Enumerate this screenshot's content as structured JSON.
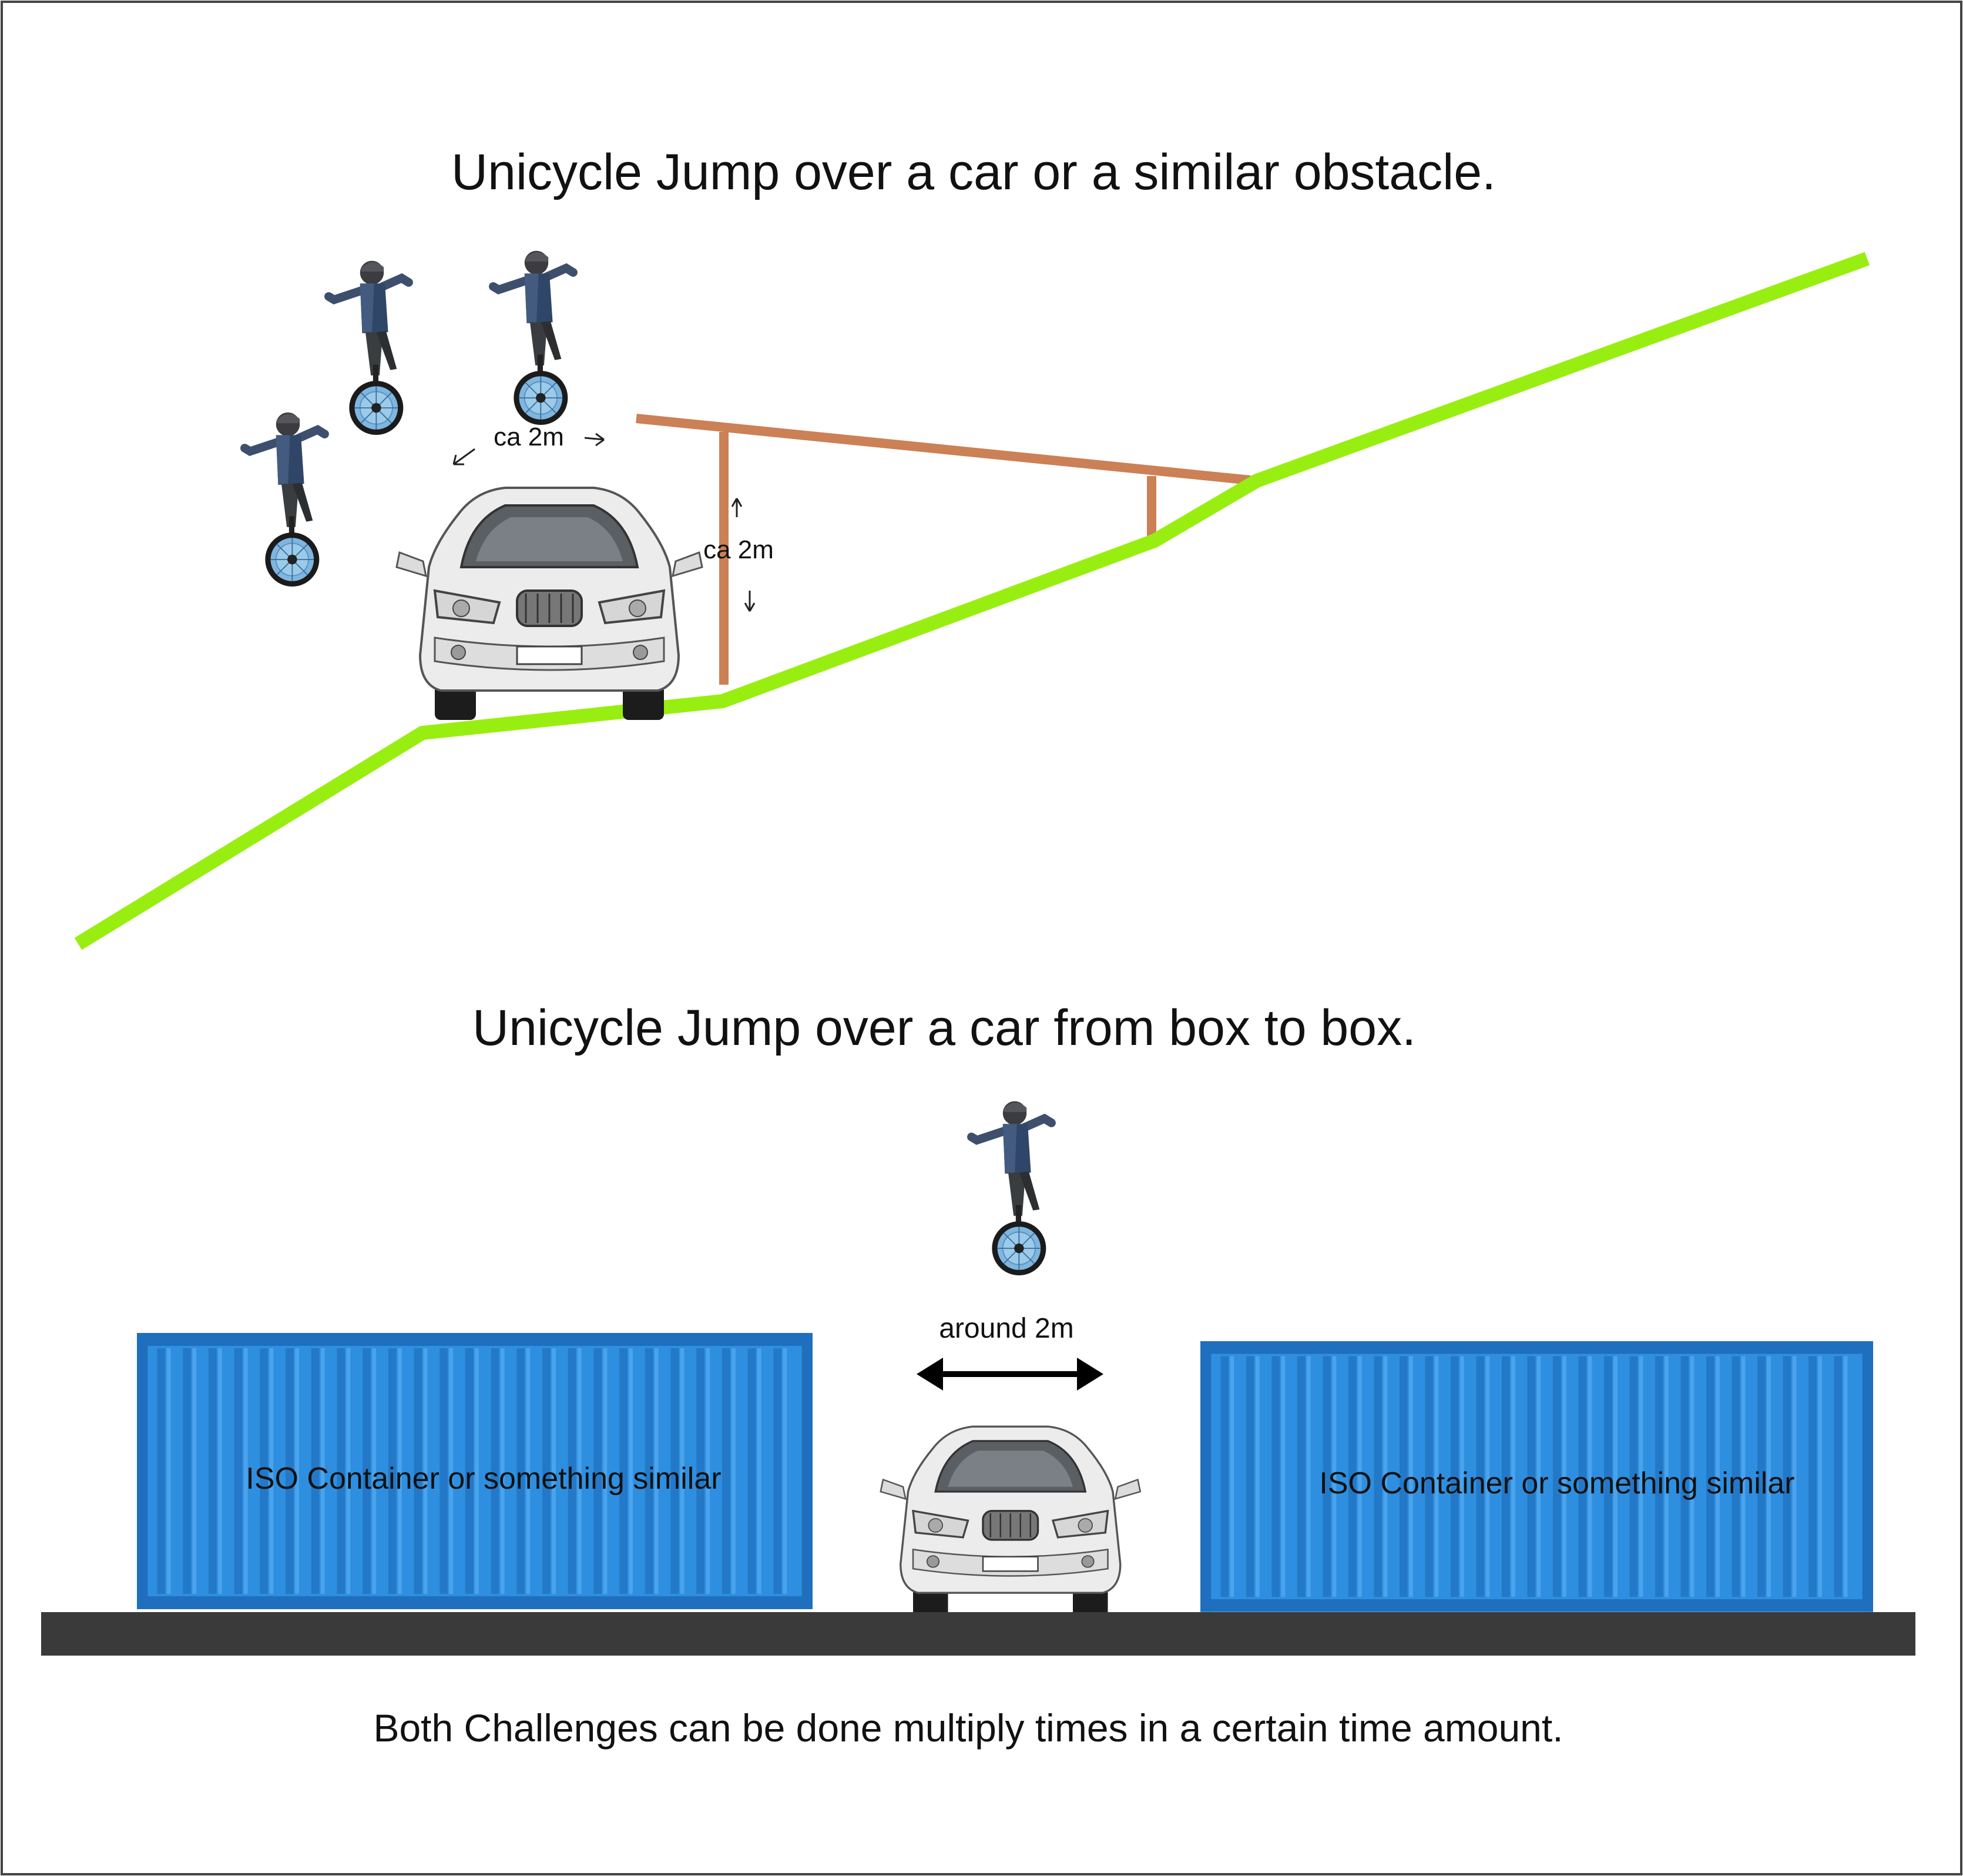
{
  "diagram1": {
    "title": "Unicycle Jump over a car or a similar obstacle.",
    "gap_label": "ca 2m",
    "height_label": "ca 2m"
  },
  "diagram2": {
    "title": "Unicycle Jump over a car from box to box.",
    "gap_label": "around 2m",
    "container_left_label": "ISO Container or something similar",
    "container_right_label": "ISO Container or something similar"
  },
  "footer": {
    "note": "Both Challenges can be done multiply times in a certain time amount."
  },
  "colors": {
    "ramp_line": "#99ee11",
    "platform": "#cc8055",
    "container": "#2e8fe0",
    "container_dark": "#1f6fbe",
    "ground": "#3a3a3a",
    "car_body": "#e9e9e9",
    "rider_jacket": "#2f4668"
  }
}
